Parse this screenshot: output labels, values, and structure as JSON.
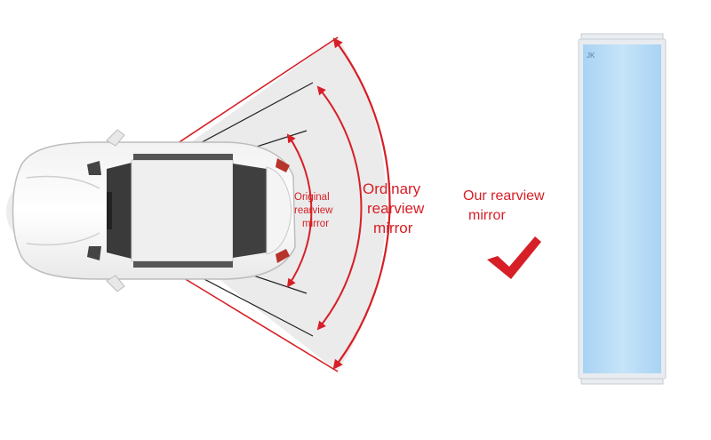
{
  "colors": {
    "accent": "#d61f26",
    "fov_fill": "#eaeaea",
    "mirror_glass": "#b8dcf6",
    "mirror_frame": "#e6ebef"
  },
  "icons": {
    "checkmark": "check-icon",
    "car": "car-top-view-icon"
  },
  "labels": {
    "original": [
      "Original",
      "rearview",
      "mirror"
    ],
    "ordinary": [
      "Ordinary",
      "rearview",
      "mirror"
    ],
    "ours": [
      "Our rearview",
      "mirror"
    ]
  },
  "mirror": {
    "logo_text": "JK"
  }
}
